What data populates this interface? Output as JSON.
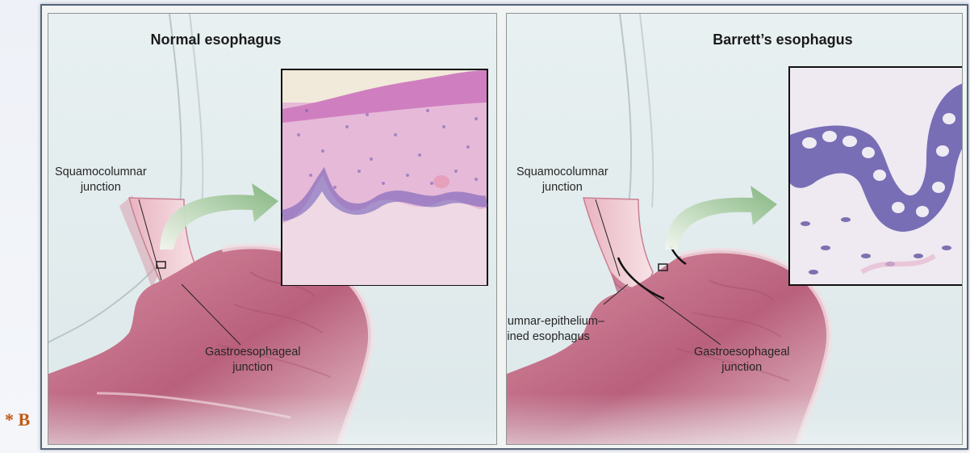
{
  "slide": {
    "text_fragment": "* B"
  },
  "figure": {
    "panels": [
      {
        "title": "Normal esophagus",
        "labels": {
          "squamocolumnar": "Squamocolumnar\njunction",
          "gastroesophageal": "Gastroesophageal\njunction"
        }
      },
      {
        "title": "Barrett’s esophagus",
        "labels": {
          "squamocolumnar": "Squamocolumnar\njunction",
          "columnar": "Columnar-epithelium–\nlined esophagus",
          "gastroesophageal": "Gastroesophageal\njunction"
        }
      }
    ]
  },
  "colors": {
    "slide_text": "#c25a14",
    "frame": "#56657a",
    "stomach": "#c06b84",
    "arrow": "#b7d6a8",
    "histology_pink": "#d48ec6",
    "histology_purple": "#5a4fa8"
  }
}
